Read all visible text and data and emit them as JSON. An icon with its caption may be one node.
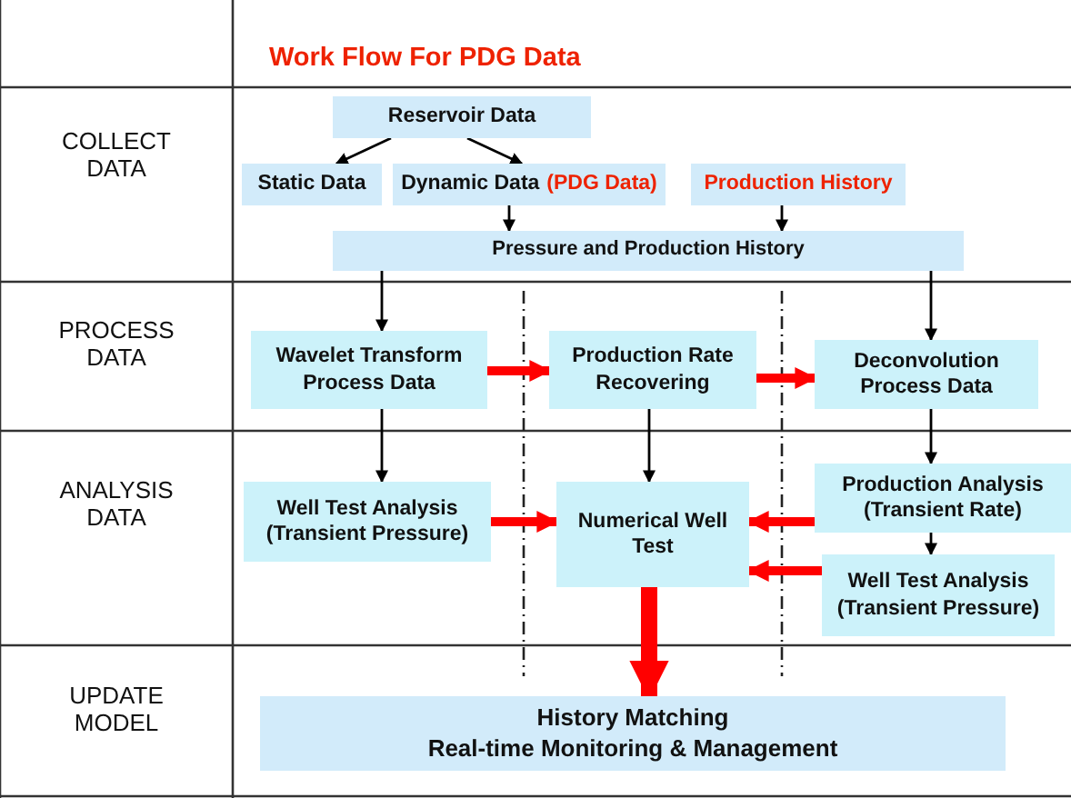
{
  "diagram": {
    "title": "Work Flow For PDG Data",
    "nodes": [
      {
        "text": [
          "Reservoir Data"
        ]
      },
      {
        "text": [
          "Static Data"
        ]
      },
      {
        "text": [
          "Dynamic Data",
          "(PDG Data)"
        ]
      },
      {
        "text": [
          "Production History"
        ]
      },
      {
        "text": [
          "Pressure and Production History"
        ]
      },
      {
        "text": [
          "Wavelet Transform Process Data"
        ]
      },
      {
        "text": [
          "Production Rate Recovering"
        ]
      },
      {
        "text": [
          "Deconvolution Process Data"
        ]
      },
      {
        "text": [
          "Well Test Analysis (Transient Pressure)"
        ]
      },
      {
        "text": [
          "Numerical Well Test"
        ]
      },
      {
        "text": [
          "Production Analysis (Transient Rate)"
        ]
      },
      {
        "text": [
          "Well Test Analysis (Transient Pressure)"
        ]
      },
      {
        "text": [
          "History Matching",
          "Real-time Monitoring & Management"
        ]
      }
    ],
    "edges": [
      {
        "from": 0,
        "to": 1,
        "arrow": "to"
      },
      {
        "from": 0,
        "to": 2,
        "arrow": "to"
      },
      {
        "from": 2,
        "to": 4,
        "arrow": "to"
      },
      {
        "from": 3,
        "to": 4,
        "arrow": "to"
      },
      {
        "from": 4,
        "to": 5,
        "arrow": "to"
      },
      {
        "from": 4,
        "to": 7,
        "arrow": "to"
      },
      {
        "from": 5,
        "to": 6,
        "arrow": "to",
        "style": "thick",
        "color": "#ff0000"
      },
      {
        "from": 6,
        "to": 7,
        "arrow": "to",
        "style": "thick",
        "color": "#ff0000"
      },
      {
        "from": 5,
        "to": 8,
        "arrow": "to"
      },
      {
        "from": 6,
        "to": 9,
        "arrow": "to"
      },
      {
        "from": 7,
        "to": 10,
        "arrow": "to"
      },
      {
        "from": 8,
        "to": 9,
        "arrow": "to",
        "style": "thick",
        "color": "#ff0000"
      },
      {
        "from": 10,
        "to": 9,
        "arrow": "to",
        "style": "thick",
        "color": "#ff0000"
      },
      {
        "from": 10,
        "to": 11,
        "arrow": "to"
      },
      {
        "from": 11,
        "to": 9,
        "arrow": "to",
        "style": "thick",
        "color": "#ff0000"
      },
      {
        "from": 9,
        "to": 12,
        "arrow": "to",
        "style": "thick",
        "color": "#ff0000"
      }
    ],
    "labels": [
      "COLLECT DATA",
      "PROCESS DATA",
      "ANALYSIS DATA",
      "UPDATE MODEL"
    ]
  }
}
